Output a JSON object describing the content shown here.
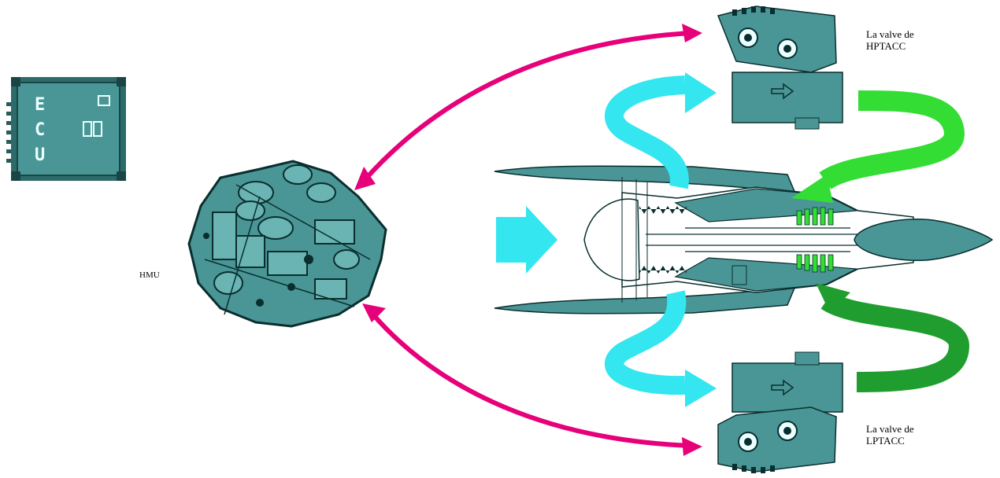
{
  "ecu": {
    "letters": [
      "E",
      "C",
      "U"
    ]
  },
  "hmu": {
    "label": "HMU"
  },
  "valves": {
    "high_pressure": {
      "line1": "La valve de",
      "line2": "HPTACC"
    },
    "low_pressure": {
      "line1": "La valve de",
      "line2": "LPTACC"
    }
  },
  "colors": {
    "component": "#4a9696",
    "component_light": "#6ab4b4",
    "outline": "#0a2e2e",
    "signal_arrow": "#e6007a",
    "cool_air": "#33e6f0",
    "hot_air": "#33dd33",
    "hot_air_dark": "#1f9e2f"
  }
}
